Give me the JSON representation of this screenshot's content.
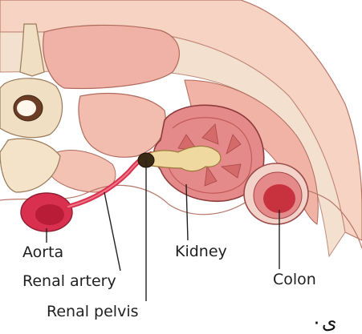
{
  "labels": {
    "aorta": "Aorta",
    "renal_artery": "Renal artery",
    "renal_pelvis": "Renal pelvis",
    "kidney": "Kidney",
    "colon": "Colon"
  },
  "corner_glyph": "ى٠",
  "colors": {
    "muscle": "#f2b3a8",
    "skin": "#f6c9b7",
    "bone": "#f3dcc0",
    "artery": "#d9304f",
    "cortex": "#e58a8a",
    "pelvis": "#efd9a0",
    "colon": "#c8323f",
    "outline": "#9a5a4a"
  }
}
